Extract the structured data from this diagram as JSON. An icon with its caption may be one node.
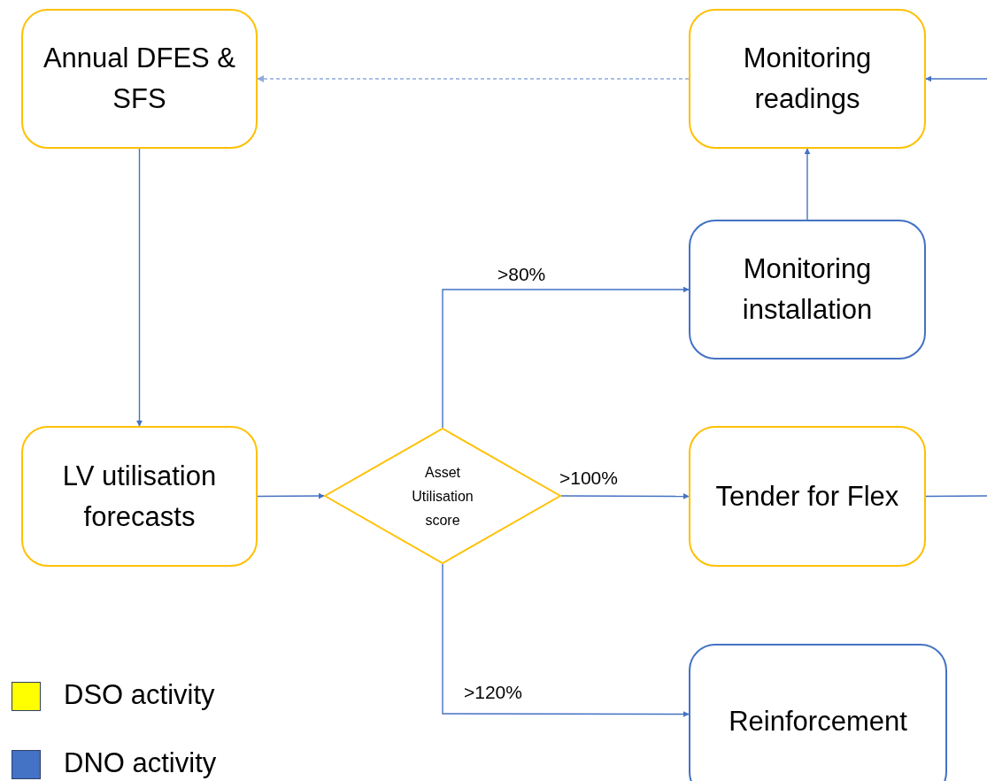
{
  "diagram": {
    "nodes": [
      {
        "text": [
          "Annual DFES & SFS"
        ]
      },
      {
        "text": [
          "Monitoring readings"
        ]
      },
      {
        "text": [
          "Monitoring installation"
        ]
      },
      {
        "text": [
          "LV utilisation forecasts"
        ]
      },
      {
        "text": [
          "Asset Utilisation score"
        ]
      },
      {
        "text": [
          "Tender for Flex"
        ]
      },
      {
        "text": [
          "Reinforcement"
        ]
      }
    ],
    "edges": [
      {
        "from": 1,
        "to": 0,
        "arrow": "to",
        "style": "dashed",
        "color": "#8faadc"
      },
      {
        "from": 0,
        "to": 3,
        "arrow": "to"
      },
      {
        "from": 3,
        "to": 4,
        "arrow": "to"
      },
      {
        "from": 4,
        "to": 2,
        "arrow": "to",
        "label": ">80%"
      },
      {
        "from": 4,
        "to": 5,
        "arrow": "to",
        "label": ">100%"
      },
      {
        "from": 4,
        "to": 6,
        "arrow": "to",
        "label": ">120%"
      },
      {
        "from": 2,
        "to": 1,
        "arrow": "to"
      },
      {
        "from": null,
        "to": 1,
        "arrow": "to"
      },
      {
        "from": 5,
        "to": null,
        "arrow": "none"
      }
    ],
    "legend": [
      {
        "text": "DSO activity",
        "color": "#ffff00"
      },
      {
        "text": "DNO activity",
        "color": "#4472c4"
      }
    ]
  }
}
